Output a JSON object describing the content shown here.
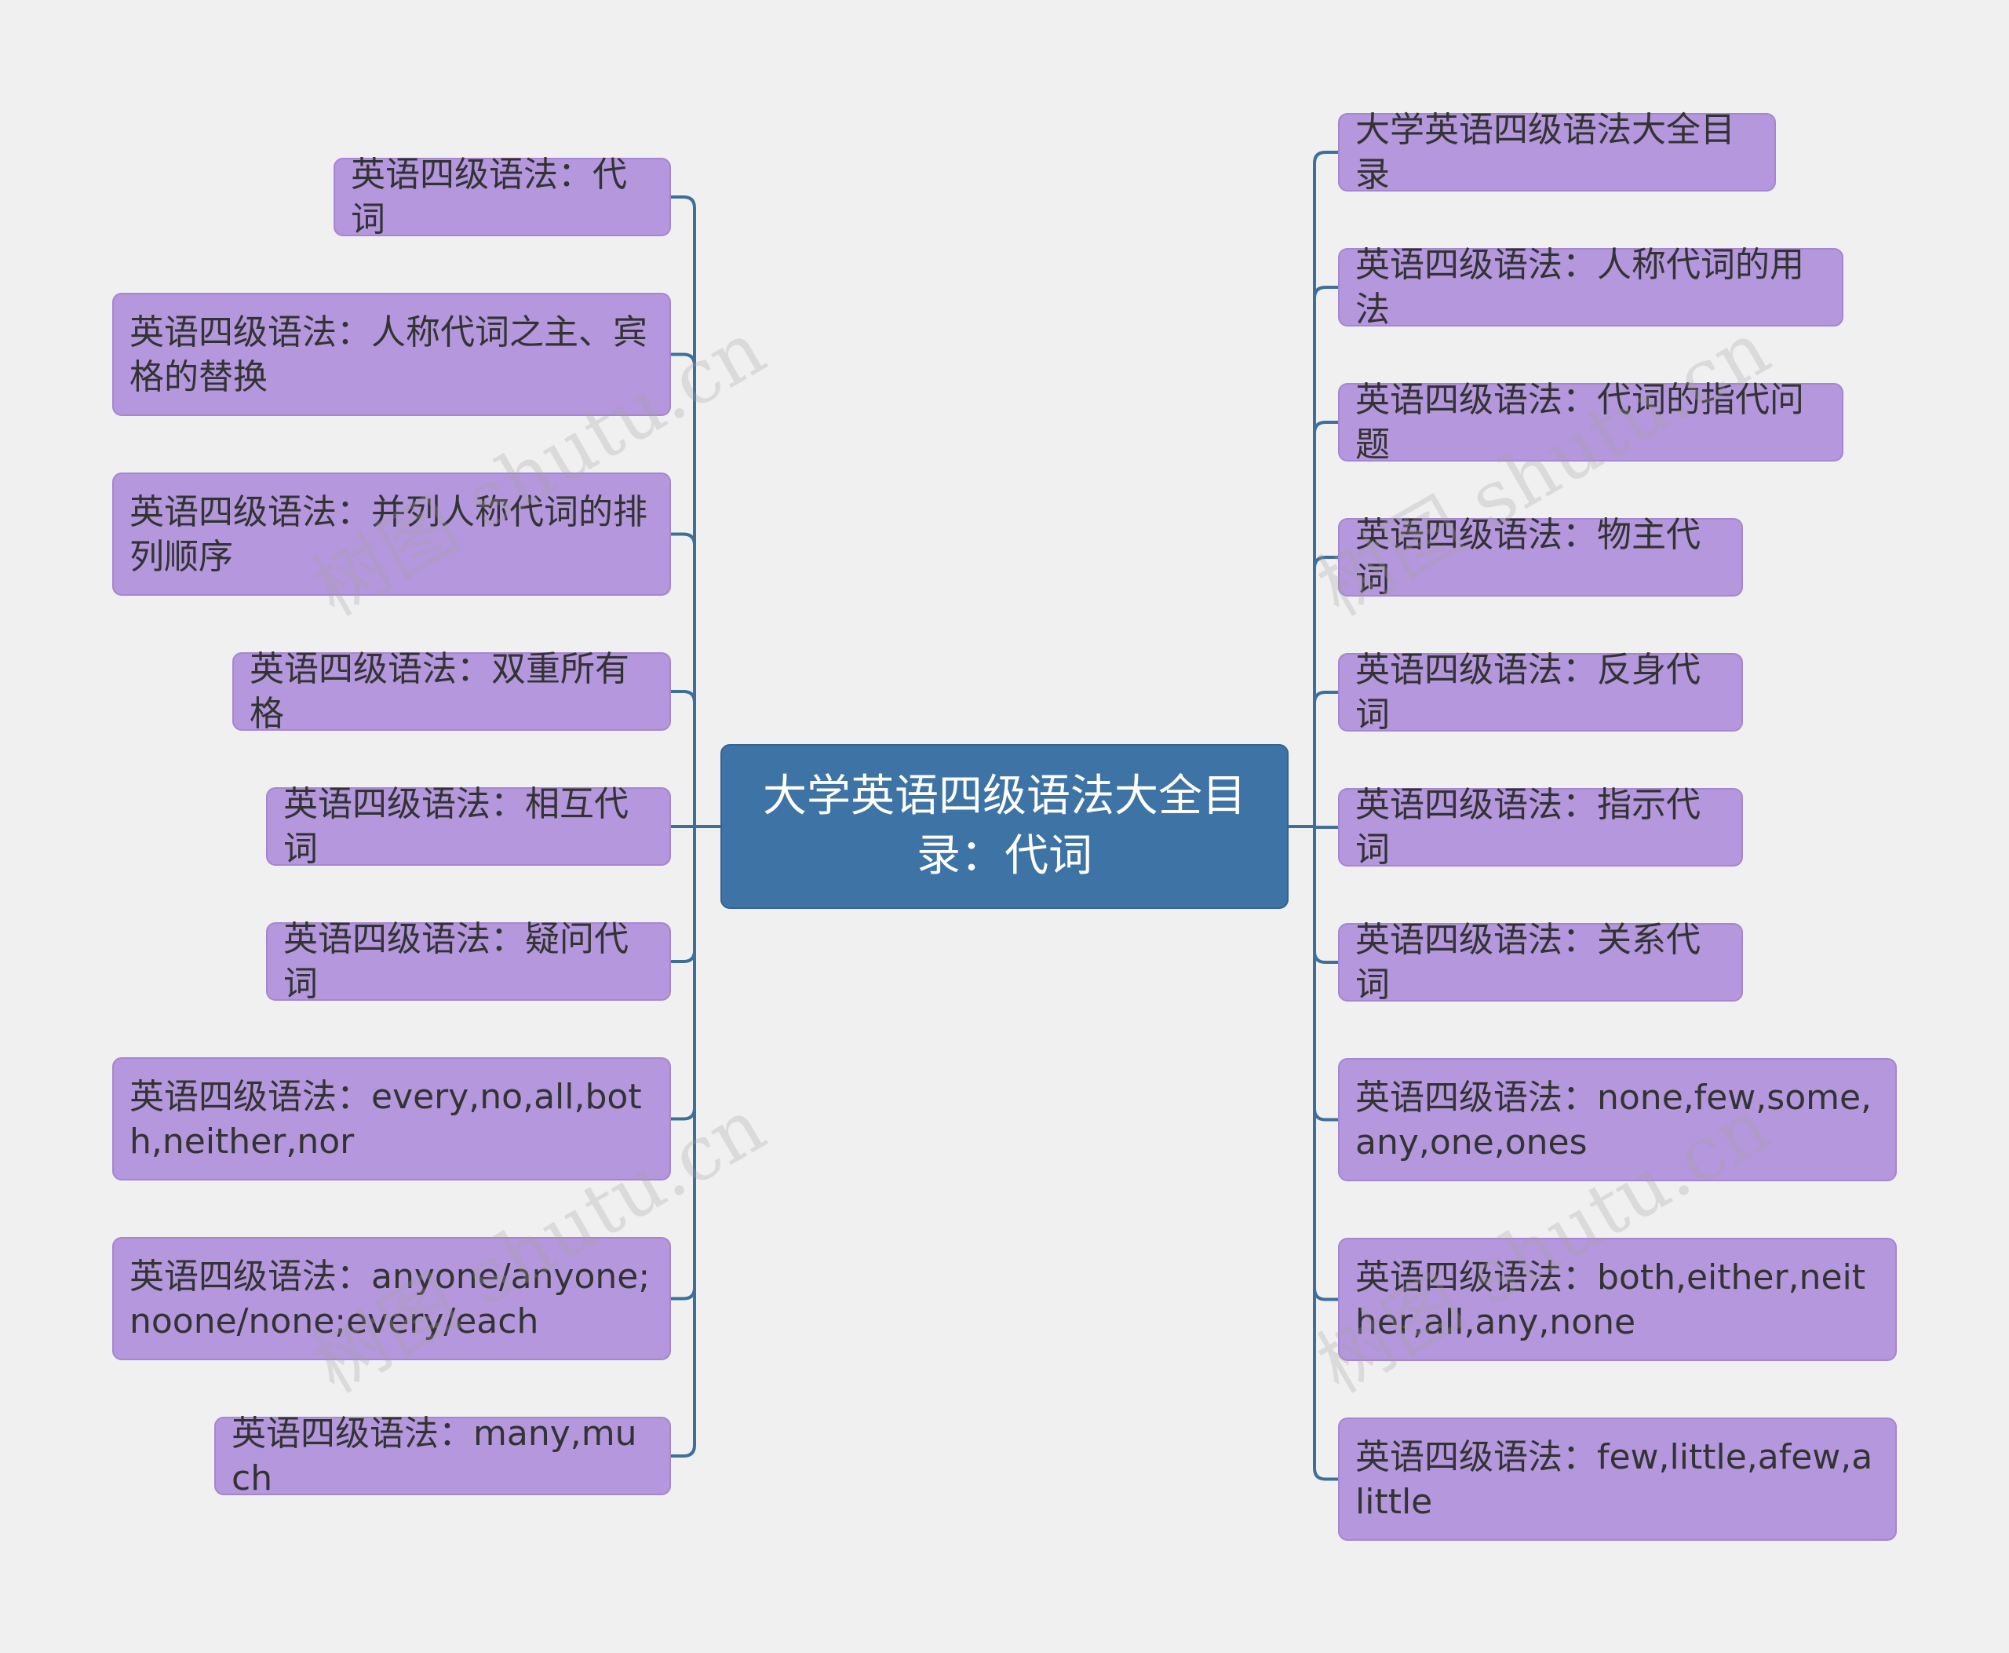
{
  "central_topic": "大学英语四级语法大全目录：代词",
  "left_branches": [
    "英语四级语法：代词",
    "英语四级语法：人称代词之主、宾格的替换",
    "英语四级语法：并列人称代词的排列顺序",
    "英语四级语法：双重所有格",
    "英语四级语法：相互代词",
    "英语四级语法：疑问代词",
    "英语四级语法：every,no,all,both,neither,nor",
    "英语四级语法：anyone/anyone;noone/none;every/each",
    "英语四级语法：many,much"
  ],
  "right_branches": [
    "大学英语四级语法大全目录",
    "英语四级语法：人称代词的用法",
    "英语四级语法：代词的指代问题",
    "英语四级语法：物主代词",
    "英语四级语法：反身代词",
    "英语四级语法：指示代词",
    "英语四级语法：关系代词",
    "英语四级语法：none,few,some,any,one,ones",
    "英语四级语法：both,either,neither,all,any,none",
    "英语四级语法：few,little,afew,alittle"
  ],
  "watermark_text": "树图 shutu.cn",
  "colors": {
    "background": "#f0f0f0",
    "central_node": "#3e73a5",
    "branch_node": "#b497dc",
    "connector": "#3e6f9b"
  }
}
